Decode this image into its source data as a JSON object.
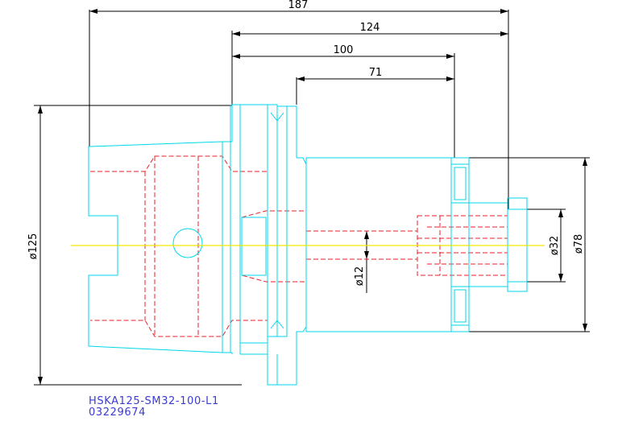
{
  "dimensions": {
    "overall_length": "187",
    "length_124": "124",
    "length_100": "100",
    "length_71": "71",
    "diameter_flange": "ø125",
    "diameter_bore": "ø12",
    "diameter_32": "ø32",
    "diameter_78": "ø78"
  },
  "part": {
    "designation": "HSKA125-SM32-100-L1",
    "number": "03229674"
  },
  "colors": {
    "outline": "#00d7e8",
    "hidden": "#e8202a",
    "centerline": "#f2e600",
    "dimension": "#000000",
    "label": "#3a3ad6"
  }
}
